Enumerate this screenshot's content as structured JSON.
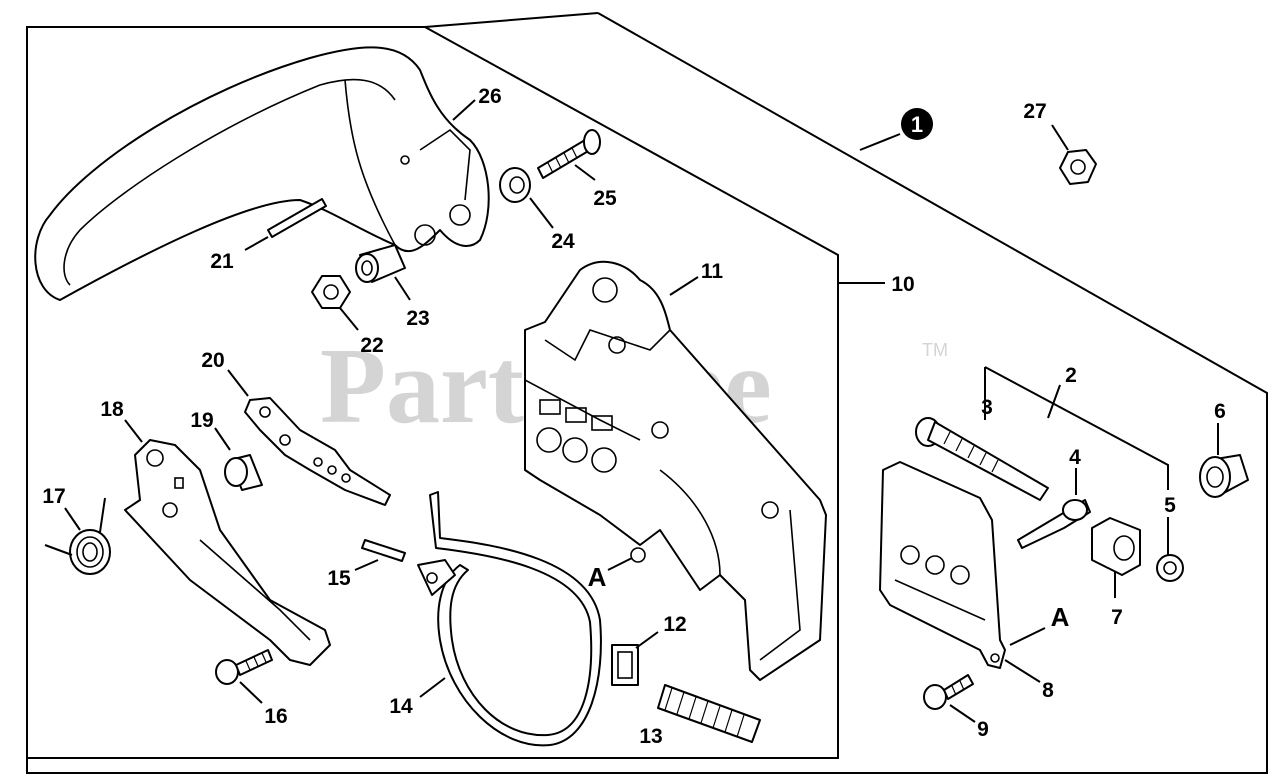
{
  "watermark": {
    "text": "PartsTree",
    "trademark": "TM"
  },
  "assembly_marker": "1",
  "callouts": [
    {
      "id": "c26",
      "text": "26"
    },
    {
      "id": "c25",
      "text": "25"
    },
    {
      "id": "c24",
      "text": "24"
    },
    {
      "id": "c21",
      "text": "21"
    },
    {
      "id": "c23",
      "text": "23"
    },
    {
      "id": "c22",
      "text": "22"
    },
    {
      "id": "c11",
      "text": "11"
    },
    {
      "id": "c10",
      "text": "10"
    },
    {
      "id": "c20",
      "text": "20"
    },
    {
      "id": "c18",
      "text": "18"
    },
    {
      "id": "c19",
      "text": "19"
    },
    {
      "id": "c17",
      "text": "17"
    },
    {
      "id": "c15",
      "text": "15"
    },
    {
      "id": "c16",
      "text": "16"
    },
    {
      "id": "c14",
      "text": "14"
    },
    {
      "id": "c12",
      "text": "12"
    },
    {
      "id": "c13",
      "text": "13"
    },
    {
      "id": "c27",
      "text": "27"
    },
    {
      "id": "c2",
      "text": "2"
    },
    {
      "id": "c3",
      "text": "3"
    },
    {
      "id": "c4",
      "text": "4"
    },
    {
      "id": "c5",
      "text": "5"
    },
    {
      "id": "c6",
      "text": "6"
    },
    {
      "id": "c7",
      "text": "7"
    },
    {
      "id": "c8",
      "text": "8"
    },
    {
      "id": "c9",
      "text": "9"
    }
  ],
  "reference_marks": [
    {
      "id": "a-left",
      "text": "A"
    },
    {
      "id": "a-right",
      "text": "A"
    }
  ]
}
